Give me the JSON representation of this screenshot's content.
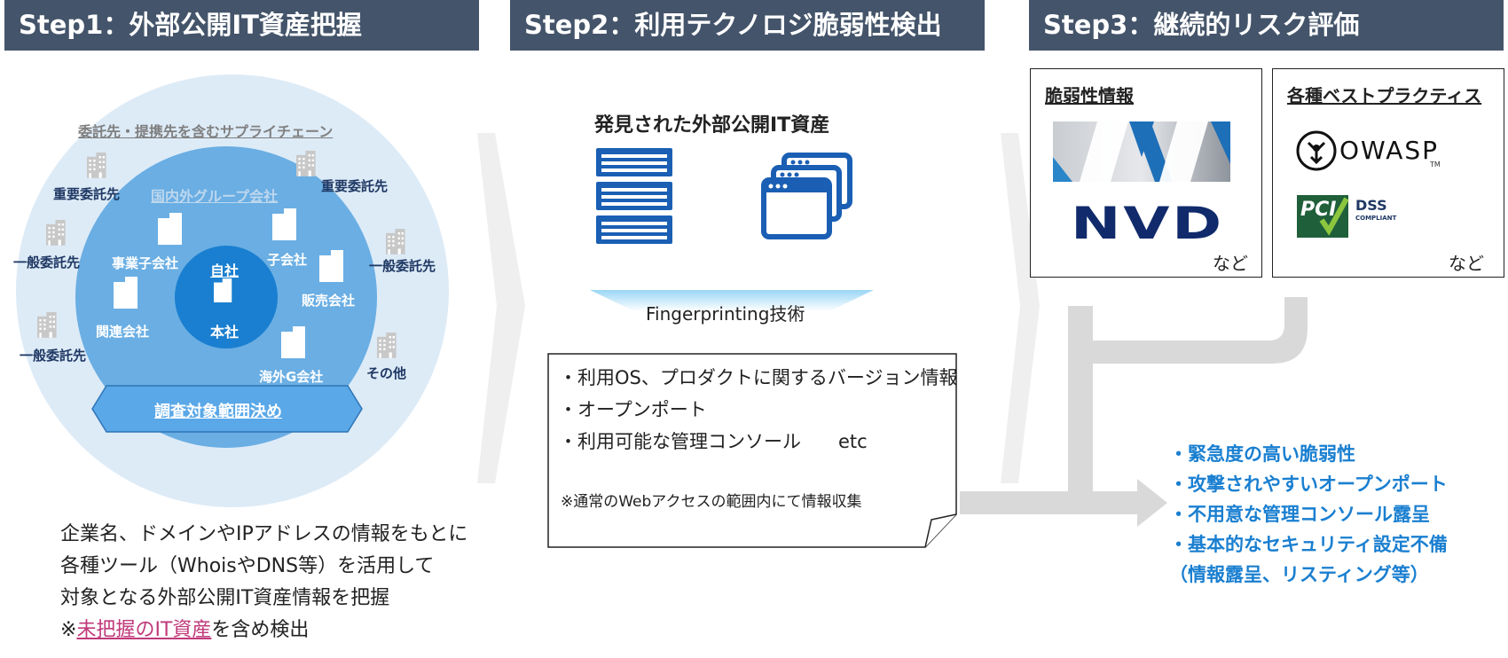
{
  "steps": [
    {
      "title": "Step1：外部公開IT資産把握"
    },
    {
      "title": "Step2：利用テクノロジ脆弱性検出"
    },
    {
      "title": "Step3：継続的リスク評価"
    }
  ],
  "step1": {
    "supply_chain_label": "委託先・提携先を含むサプライチェーン",
    "group_label": "国内外グループ会社",
    "self_top": "自社",
    "self_bottom": "本社",
    "inner_companies": [
      "事業子会社",
      "子会社",
      "販売会社",
      "関連会社",
      "海外G会社"
    ],
    "outer_companies": [
      "重要委託先",
      "重要委託先",
      "一般委託先",
      "一般委託先",
      "一般委託先",
      "その他"
    ],
    "scope_arrow": "調査対象範囲決め",
    "description": [
      "企業名、ドメインやIPアドレスの情報をもとに",
      "各種ツール（WhoisやDNS等）を活用して",
      "対象となる外部公開IT資産情報を把握"
    ],
    "note_prefix": "※",
    "note_highlight": "未把握のIT資産",
    "note_suffix": "を含め検出"
  },
  "step2": {
    "assets_title": "発見された外部公開IT資産",
    "technique": "Fingerprinting技術",
    "info_lines": [
      "・利用OS、プロダクトに関するバージョン情報",
      "・オープンポート",
      "・利用可能な管理コンソール　　etc"
    ],
    "info_note": "※通常のWebアクセスの範囲内にて情報収集"
  },
  "step3": {
    "vuln_box": {
      "title": "脆弱性情報",
      "logo_text": "NVD",
      "suffix": "など"
    },
    "practice_box": {
      "title": "各種ベストプラクティス",
      "owasp": "OWASP",
      "tm": "TM",
      "pci": "PCI",
      "dss": "DSS",
      "compliant": "COMPLIANT",
      "suffix": "など"
    },
    "results": [
      "・緊急度の高い脆弱性",
      "・攻撃されやすいオープンポート",
      "・不用意な管理コンソール露呈",
      "・基本的なセキュリティ設定不備",
      "（情報露呈、リスティング等）"
    ]
  },
  "colors": {
    "header_bg": "#44546a",
    "accent_blue": "#1a7fd0",
    "dark_blue": "#1f3864",
    "pink": "#c0397a"
  }
}
